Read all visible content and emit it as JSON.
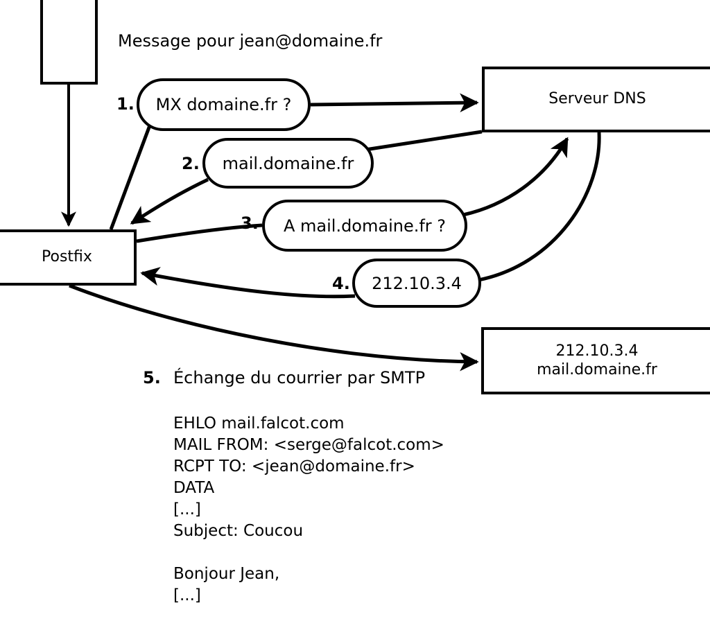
{
  "diagram": {
    "title_label": "Message pour jean@domaine.fr",
    "nodes": {
      "source": {
        "label": ""
      },
      "postfix": {
        "label": "Postfix"
      },
      "dns": {
        "label": "Serveur DNS"
      },
      "target": {
        "line1": "212.10.3.4",
        "line2": "mail.domaine.fr"
      }
    },
    "steps": [
      {
        "number": "1.",
        "bubble": "MX domaine.fr ?"
      },
      {
        "number": "2.",
        "bubble": "mail.domaine.fr"
      },
      {
        "number": "3.",
        "bubble": "A mail.domaine.fr ?"
      },
      {
        "number": "4.",
        "bubble": "212.10.3.4"
      },
      {
        "number": "5.",
        "label": "Échange du courrier par SMTP"
      }
    ],
    "smtp_transcript": [
      "EHLO mail.falcot.com",
      "MAIL FROM: <serge@falcot.com>",
      "RCPT TO: <jean@domaine.fr>",
      "DATA",
      "[...]",
      "Subject: Coucou",
      "",
      "Bonjour Jean,",
      "[...]",
      "",
      "."
    ],
    "colors": {
      "stroke": "#000000",
      "fill": "#ffffff",
      "text": "#000000"
    }
  }
}
